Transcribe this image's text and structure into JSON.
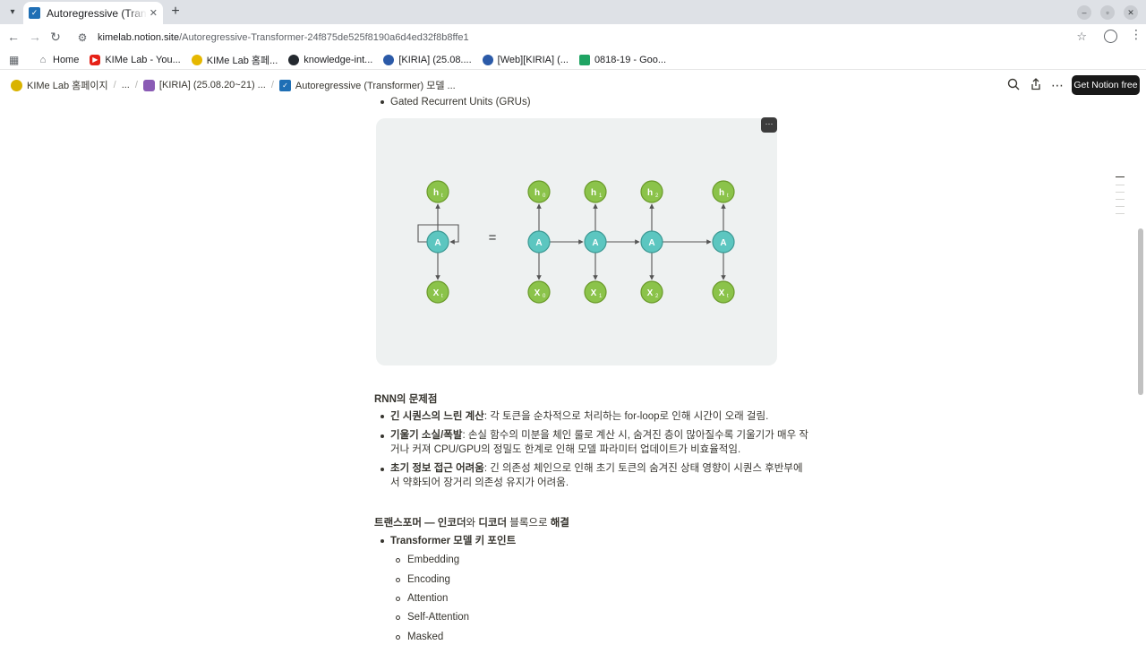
{
  "browser": {
    "tab_title": "Autoregressive (Transformer)",
    "url_host": "kimelab.notion.site",
    "url_path": "/Autoregressive-Transformer-24f875de525f8190a6d4ed32f8b8ffe1",
    "bookmarks": [
      {
        "label": "Home",
        "icon": "home-icon"
      },
      {
        "label": "KIMe Lab - You...",
        "icon": "youtube-icon",
        "color": "#e62117"
      },
      {
        "label": "KIMe Lab 홈페...",
        "icon": "lab-icon",
        "color": "#e6b800"
      },
      {
        "label": "knowledge-int...",
        "icon": "github-icon",
        "color": "#24292f"
      },
      {
        "label": "[KIRIA] (25.08....",
        "icon": "kiria-icon",
        "color": "#2b5aa8"
      },
      {
        "label": "[Web][KIRIA] (...",
        "icon": "kiria-icon",
        "color": "#2b5aa8"
      },
      {
        "label": "0818-19 - Goo...",
        "icon": "google-drive-icon",
        "color": "#1fa463"
      }
    ]
  },
  "notion": {
    "breadcrumbs": [
      {
        "label": "KIMe Lab 홈페이지",
        "icon": "lab-icon"
      },
      {
        "label": "...",
        "icon": ""
      },
      {
        "label": "[KIRIA] (25.08.20~21) ...",
        "icon": "kiria-icon"
      },
      {
        "label": "Autoregressive (Transformer) 모델 ...",
        "icon": "checkbox-icon"
      }
    ],
    "cta": "Get Notion free"
  },
  "content": {
    "top_bullet": "Gated Recurrent Units (GRUs)",
    "diagram": {
      "node_a": "A",
      "equals": "=",
      "h_labels": [
        "h",
        "h",
        "h",
        "h",
        "h"
      ],
      "h_subs": [
        "t",
        "0",
        "1",
        "2",
        "t"
      ],
      "x_labels": [
        "X",
        "X",
        "X",
        "X",
        "X"
      ],
      "x_subs": [
        "t",
        "0",
        "1",
        "2",
        "t"
      ]
    },
    "rnn_heading": "RNN의 문제점",
    "rnn_items": [
      {
        "bold": "긴 시퀀스의 느린 계산",
        "text": ": 각 토큰을 순차적으로 처리하는 for-loop로 인해 시간이 오래 걸림."
      },
      {
        "bold": "기울기 소실/폭발",
        "text": ": 손실 함수의 미분을 체인 룰로 계산 시, 숨겨진 층이 많아질수록 기울기가 매우 작",
        "text2": "거나 커져 CPU/GPU의 정밀도 한계로 인해 모델 파라미터 업데이트가 비효율적임."
      },
      {
        "bold": "초기 정보 접근 어려움",
        "text": ": 긴 의존성 체인으로 인해 초기 토큰의 숨겨진 상태 영향이 시퀀스 후반부에",
        "text2": "서 약화되어 장거리 의존성 유지가 어려움."
      }
    ],
    "tf_heading": {
      "p1": "트랜스포머 — ",
      "b1": "인코더",
      "p2": "와 ",
      "b2": "디코더",
      "p3": " 블록으로 ",
      "b3": "해결"
    },
    "tf_key": "Transformer 모델 키 포인트",
    "tf_subitems": [
      "Embedding",
      "Encoding",
      "Attention",
      "Self-Attention",
      "Masked"
    ]
  }
}
